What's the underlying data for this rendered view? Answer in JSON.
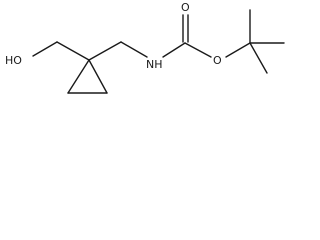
{
  "molecule": {
    "atom_labels": {
      "hydroxyl": "HO",
      "amine": "NH",
      "ester_oxygen": "O",
      "carbonyl_oxygen": "O"
    }
  }
}
